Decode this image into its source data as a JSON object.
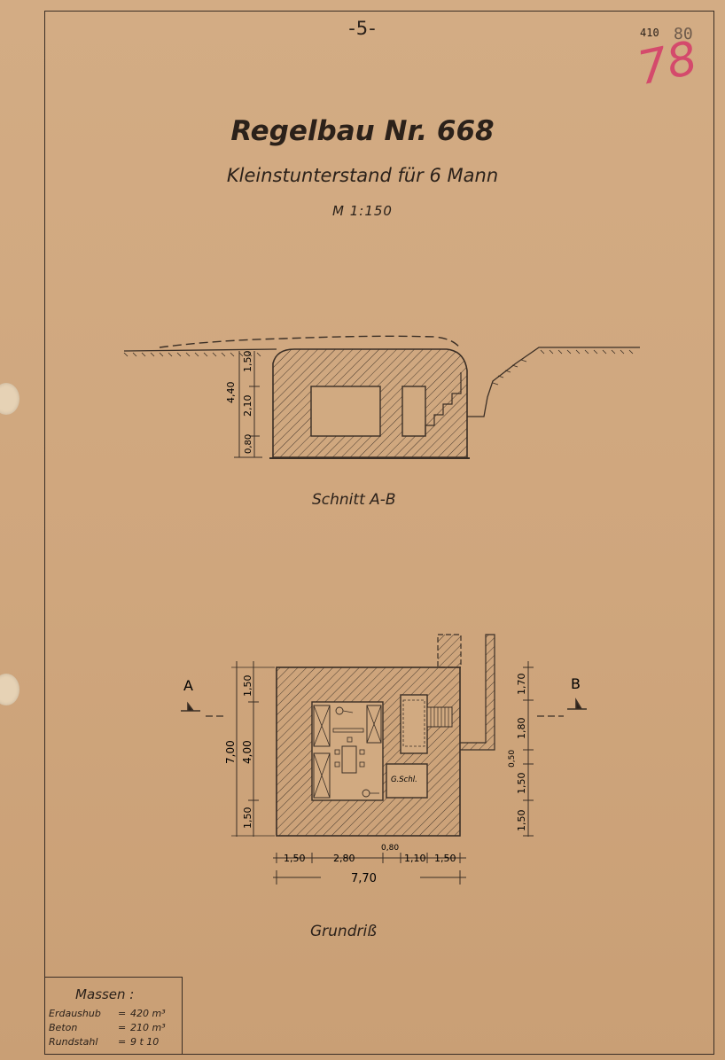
{
  "page_number": "-5-",
  "archive_stamp": "410",
  "archive_stamp_overwrite": "80",
  "pencil_number": "78",
  "title": "Regelbau Nr. 668",
  "subtitle": "Kleinstunterstand für 6 Mann",
  "scale": "M 1:150",
  "section": {
    "caption": "Schnitt A-B",
    "dims": [
      "4,40",
      "1,50",
      "2,10",
      "0,80"
    ]
  },
  "plan": {
    "caption": "Grundriß",
    "marker_a": "A",
    "marker_b": "B",
    "room_label": "G.Schl.",
    "left_dims": [
      "7,00",
      "4,00",
      "1,50",
      "1,50"
    ],
    "right_dims": [
      "1,70",
      "1,80",
      "0,50",
      "1,50",
      "1,50"
    ],
    "bottom_dims": [
      "1,50",
      "2,80",
      "0,80",
      "1,10",
      "1,50"
    ],
    "total_width": "7,70"
  },
  "massen": {
    "heading": "Massen :",
    "rows": [
      {
        "label": "Erdaushub",
        "eq": "=",
        "value": "420 m³"
      },
      {
        "label": "Beton",
        "eq": "=",
        "value": "210 m³"
      },
      {
        "label": "Rundstahl",
        "eq": "=",
        "value": "9 t 10"
      }
    ]
  },
  "colors": {
    "paper": "#cfa67d",
    "ink": "#2b211a",
    "pencil": "#d44a6c"
  }
}
